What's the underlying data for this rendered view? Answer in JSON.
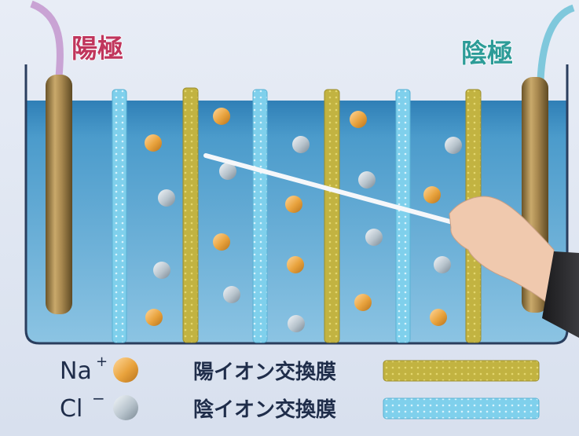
{
  "labels": {
    "anode": "陽極",
    "cathode": "陰極"
  },
  "legend": {
    "na_symbol": "Na",
    "na_charge": "+",
    "cl_symbol": "Cl",
    "cl_charge": "−",
    "cation_membrane": "陽イオン交換膜",
    "anion_membrane": "陰イオン交換膜"
  },
  "colors": {
    "background": "#dfe6f2",
    "water": "#3d8ec0",
    "electrode": "#a8884f",
    "cation_membrane": "#c2b341",
    "anion_membrane": "#7fd0ec",
    "na_ion": "#e8a23c",
    "cl_ion": "#b7c3cc",
    "anode_label": "#c0355c",
    "cathode_label": "#2d9c98",
    "pointer": "#f5f7fa"
  }
}
